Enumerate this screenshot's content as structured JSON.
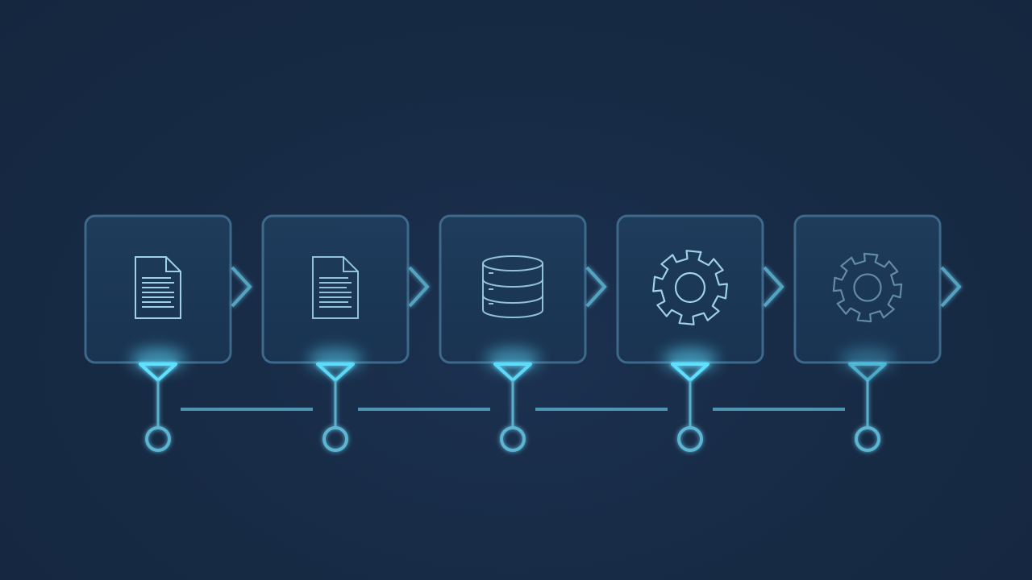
{
  "diagram": {
    "type": "process-flow",
    "steps": [
      {
        "icon": "document-icon",
        "intensity": 1.0
      },
      {
        "icon": "document-icon",
        "intensity": 0.9
      },
      {
        "icon": "database-icon",
        "intensity": 0.9
      },
      {
        "icon": "gear-icon",
        "intensity": 1.0
      },
      {
        "icon": "gear-icon",
        "intensity": 0.55
      }
    ],
    "colors": {
      "background": "#172a44",
      "card_fill": "#1d3a59",
      "card_border": "#3f6d8e",
      "icon_stroke": "#9fd0e6",
      "glow": "#5fe0ff",
      "connector": "#5fb8d6"
    }
  }
}
